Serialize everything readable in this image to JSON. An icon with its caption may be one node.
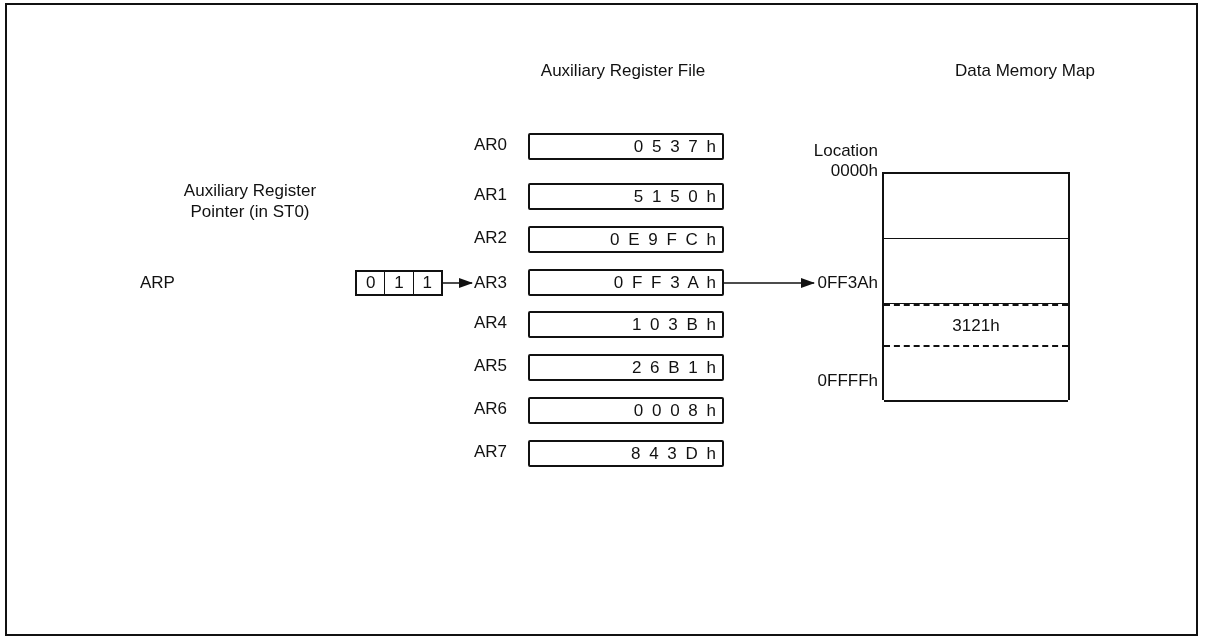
{
  "diagram": {
    "nodes": [
      {
        "text": [
          "0",
          "1",
          "1"
        ]
      },
      {
        "text": [
          "0 5 3 7 h"
        ],
        "beside": [
          "AR0"
        ]
      },
      {
        "text": [
          "5 1 5 0 h"
        ],
        "beside": [
          "AR1"
        ]
      },
      {
        "text": [
          "0 E 9 F C h"
        ],
        "beside": [
          "AR2"
        ]
      },
      {
        "text": [
          "AR3"
        ]
      },
      {
        "text": [
          "0 F F 3 A h"
        ]
      },
      {
        "text": [
          "1 0 3 B h"
        ],
        "beside": [
          "AR4"
        ]
      },
      {
        "text": [
          "2 6 B 1 h"
        ],
        "beside": [
          "AR5"
        ]
      },
      {
        "text": [
          "0 0 0 8 h"
        ],
        "beside": [
          "AR6"
        ]
      },
      {
        "text": [
          "8 4 3 D h"
        ],
        "beside": [
          "AR7"
        ]
      },
      {
        "text": [],
        "shape": "box"
      },
      {
        "text": [],
        "shape": "box",
        "in": 10
      },
      {
        "text": [],
        "shape": "box",
        "in": 10
      },
      {
        "text": [
          "0FF3Ah"
        ]
      },
      {
        "text": [
          "3121h"
        ],
        "in": 10
      },
      {
        "text": [],
        "shape": "box",
        "in": 10
      }
    ],
    "edges": [
      {
        "from": 0,
        "to": 4,
        "arrow": "to"
      },
      {
        "from": 5,
        "to": 13,
        "arrow": "to"
      }
    ],
    "labels": [
      "Auxiliary Register File",
      "Data Memory Map",
      "Location",
      "0000h",
      "Auxiliary Register Pointer (in ST0)",
      "ARP",
      "0FFFFh"
    ]
  }
}
